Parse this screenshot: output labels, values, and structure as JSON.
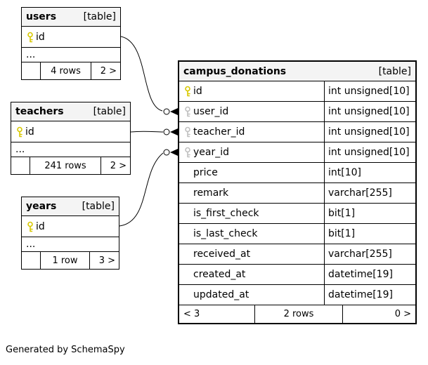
{
  "page": {
    "credit": "Generated by SchemaSpy"
  },
  "colors": {
    "pk_key": "#d8c800",
    "fk_key": "#c0c0c0"
  },
  "tables": {
    "users": {
      "title": "users",
      "tag": "[table]",
      "pk": "id",
      "ellipsis": "...",
      "footer": {
        "rows": "4 rows",
        "next": "2 >"
      }
    },
    "teachers": {
      "title": "teachers",
      "tag": "[table]",
      "pk": "id",
      "ellipsis": "...",
      "footer": {
        "rows": "241 rows",
        "next": "2 >"
      }
    },
    "years": {
      "title": "years",
      "tag": "[table]",
      "pk": "id",
      "ellipsis": "...",
      "footer": {
        "rows": "1 row",
        "next": "3 >"
      }
    },
    "campus_donations": {
      "title": "campus_donations",
      "tag": "[table]",
      "columns": [
        {
          "name": "id",
          "type": "int unsigned[10]",
          "key": "primary"
        },
        {
          "name": "user_id",
          "type": "int unsigned[10]",
          "key": "foreign"
        },
        {
          "name": "teacher_id",
          "type": "int unsigned[10]",
          "key": "foreign"
        },
        {
          "name": "year_id",
          "type": "int unsigned[10]",
          "key": "foreign"
        },
        {
          "name": "price",
          "type": "int[10]",
          "key": ""
        },
        {
          "name": "remark",
          "type": "varchar[255]",
          "key": ""
        },
        {
          "name": "is_first_check",
          "type": "bit[1]",
          "key": ""
        },
        {
          "name": "is_last_check",
          "type": "bit[1]",
          "key": ""
        },
        {
          "name": "received_at",
          "type": "varchar[255]",
          "key": ""
        },
        {
          "name": "created_at",
          "type": "datetime[19]",
          "key": ""
        },
        {
          "name": "updated_at",
          "type": "datetime[19]",
          "key": ""
        }
      ],
      "footer": {
        "prev": "< 3",
        "rows": "2 rows",
        "next": "0 >"
      }
    }
  }
}
